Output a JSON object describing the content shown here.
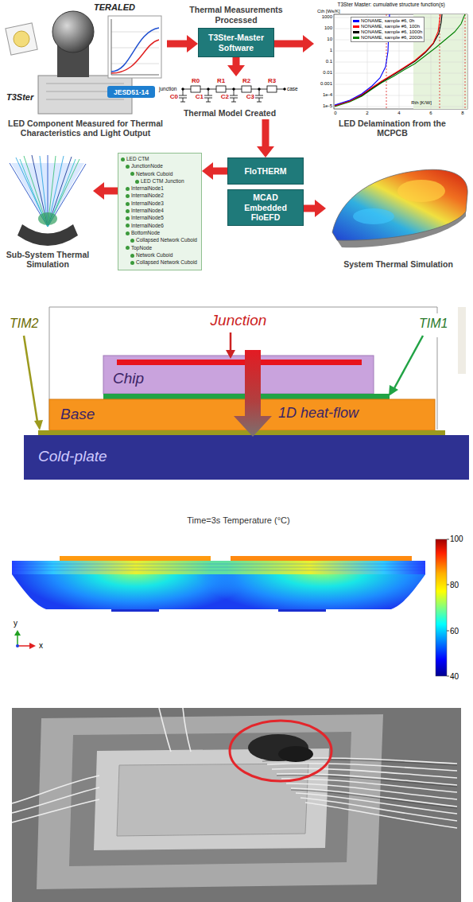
{
  "diagram": {
    "nodes": [
      {
        "text": [
          "LED Component Measured for Thermal Characteristics and Light Output"
        ]
      },
      {
        "text": [
          "JESD51-14"
        ],
        "in": 0
      },
      {
        "text": [
          "Thermal Measurements Processed",
          "T3Ster-Master Software"
        ]
      },
      {
        "text": [
          "LED Delamination from the MCPCB"
        ]
      },
      {
        "text": [
          "Thermal Model Created"
        ]
      },
      {
        "text": [
          "Sub-System Thermal Simulation"
        ]
      },
      {
        "text": [
          "LED CTM",
          "JunctionNode",
          "Network Cuboid",
          "LED CTM Junction",
          "InternalNode1",
          "InternalNode2",
          "InternalNode3",
          "InternalNode4",
          "InternalNode5",
          "InternalNode6",
          "BottomNode",
          "Collapsed Network Cuboid",
          "TopNode",
          "Network Cuboid",
          "Collapsed Network Cuboid"
        ]
      },
      {
        "text": [
          "FloTHERM"
        ]
      },
      {
        "text": [
          "MCAD Embedded FloEFD"
        ]
      },
      {
        "text": [
          "System Thermal Simulation"
        ]
      },
      {
        "text": [
          "Chip"
        ]
      },
      {
        "text": [
          "Base"
        ]
      },
      {
        "text": [
          "Cold-plate"
        ]
      }
    ],
    "edges": [
      {
        "from": 0,
        "to": 2,
        "arrow": "to"
      },
      {
        "from": 2,
        "to": 3,
        "arrow": "to"
      },
      {
        "from": 2,
        "to": 4,
        "arrow": "to"
      },
      {
        "from": 4,
        "to": 7,
        "arrow": "to"
      },
      {
        "from": 7,
        "to": 6,
        "arrow": "to"
      },
      {
        "from": 6,
        "to": 5,
        "arrow": "to"
      },
      {
        "from": 8,
        "to": 9,
        "arrow": "to"
      }
    ],
    "labels": [
      "TERALED",
      "T3Ster",
      "T3Ster Master: cumulative structure function(s)",
      "Cth [Ws/K]",
      "1000",
      "100",
      "10",
      "1",
      "0.1",
      "0.01",
      "0.001",
      "1e-4",
      "1e-5",
      "Rth [K/W]",
      "0",
      "2",
      "4",
      "6",
      "8",
      "junction",
      "R0",
      "R1",
      "R2",
      "R3",
      "case",
      "C0",
      "C1",
      "C2",
      "C3",
      "Junction",
      "TIM2",
      "TIM1",
      "1D heat-flow",
      "Time=3s Temperature (°C)",
      "100",
      "80",
      "60",
      "40",
      "y",
      "x"
    ],
    "legend": [
      {
        "text": "NONAME, sample #6, 0h",
        "color": "#0000ff"
      },
      {
        "text": "NONAME, sample #6, 100h",
        "color": "#ff0000"
      },
      {
        "text": "NONAME, sample #6, 1000h",
        "color": "#000000"
      },
      {
        "text": "NONAME, sample #6, 2000h",
        "color": "#008000"
      }
    ]
  }
}
